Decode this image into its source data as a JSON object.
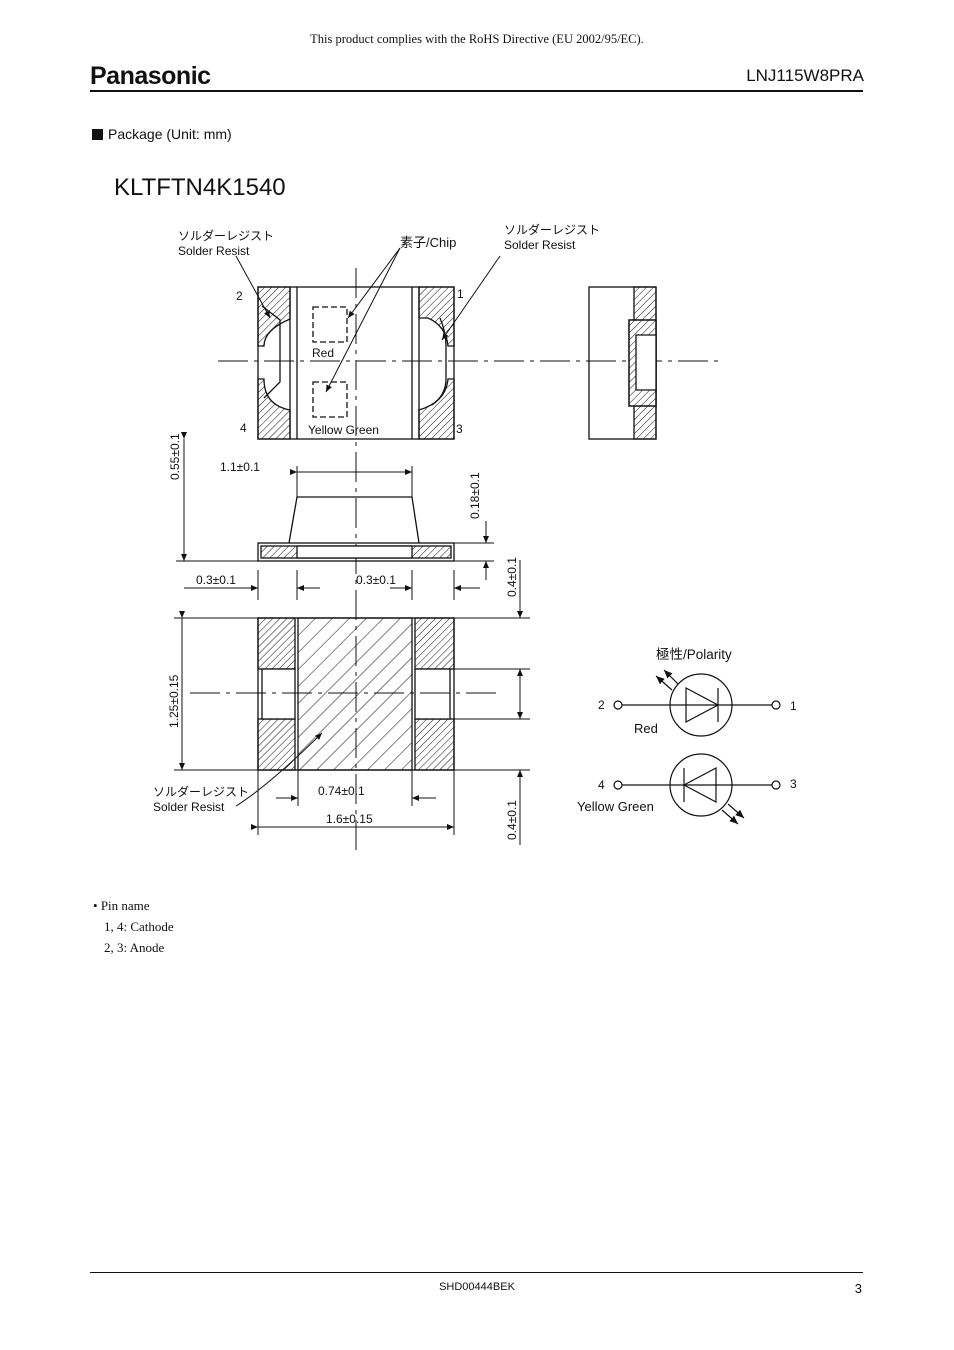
{
  "header": {
    "rohs_note": "This product complies with the RoHS Directive (EU 2002/95/EC).",
    "brand": "Panasonic",
    "part_number": "LNJ115W8PRA"
  },
  "section": {
    "title": "Package (Unit: mm)",
    "model": "KLTFTN4K1540"
  },
  "drawing": {
    "solder_resist_jp": "ソルダーレジスト",
    "solder_resist_en": "Solder Resist",
    "chip_label": "素子/Chip",
    "red_label": "Red",
    "yellow_green_label": "Yellow Green",
    "pin_1": "1",
    "pin_2": "2",
    "pin_3": "3",
    "pin_4": "4",
    "dims": {
      "d055": "0.55±0.1",
      "d11": "1.1±0.1",
      "d018": "0.18±0.1",
      "d03a": "0.3±0.1",
      "d03b": "0.3±0.1",
      "d04a": "0.4±0.1",
      "d125": "1.25±0.15",
      "d074": "0.74±0.1",
      "d16": "1.6±0.15",
      "d04b": "0.4±0.1"
    },
    "polarity_title": "極性/Polarity",
    "polarity_red": "Red",
    "polarity_yg": "Yellow Green"
  },
  "pin_names": {
    "title": "Pin name",
    "line1": "1, 4: Cathode",
    "line2": "2, 3: Anode"
  },
  "footer": {
    "doc_number": "SHD00444BEK",
    "page": "3"
  }
}
